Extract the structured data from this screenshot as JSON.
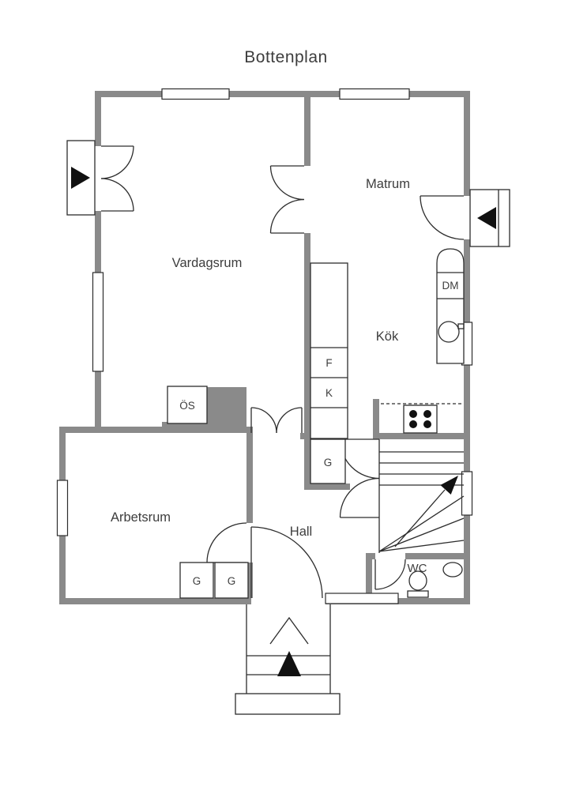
{
  "title": "Bottenplan",
  "colors": {
    "wall": "#8a8a8a",
    "line": "#2d2d2d",
    "text": "#3d3d3d",
    "bg": "#ffffff",
    "fixture": "#111111"
  },
  "rooms": {
    "vardagsrum": "Vardagsrum",
    "matrum": "Matrum",
    "kok": "Kök",
    "hall": "Hall",
    "arbetsrum": "Arbetsrum",
    "wc": "WC"
  },
  "fixtures": {
    "dishwasher": "DM",
    "freezer": "F",
    "fridge": "K",
    "closet_hall": "G",
    "closet_left": "G",
    "closet_right": "G",
    "fireplace": "ÖS"
  }
}
